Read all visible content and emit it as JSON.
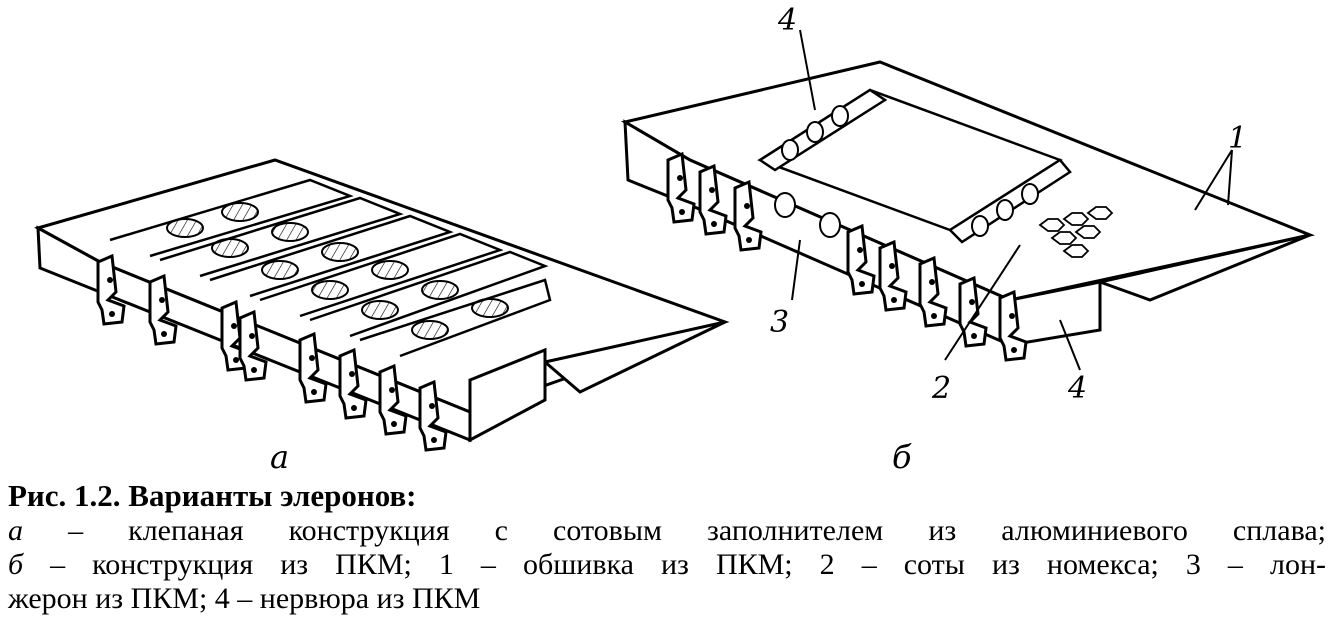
{
  "figure": {
    "part_a": {
      "sublabel": "а"
    },
    "part_b": {
      "sublabel": "б",
      "callouts": {
        "top_rib": "4",
        "skin": "1",
        "spar": "3",
        "honeycomb": "2",
        "bottom_rib": "4"
      }
    }
  },
  "caption": {
    "title": "Рис. 1.2. Варианты элеронов:",
    "line1_key": "а",
    "line1_text": " – клепаная конструкция с сотовым заполнителем из алюминиевого сплава;",
    "line2_key": "б",
    "line2_text": " – конструкция из ПКМ; 1 – обшивка из ПКМ; 2 – соты из номекса; 3 – лон-",
    "line3_text": "жерон из ПКМ; 4 – нервюра из ПКМ"
  }
}
